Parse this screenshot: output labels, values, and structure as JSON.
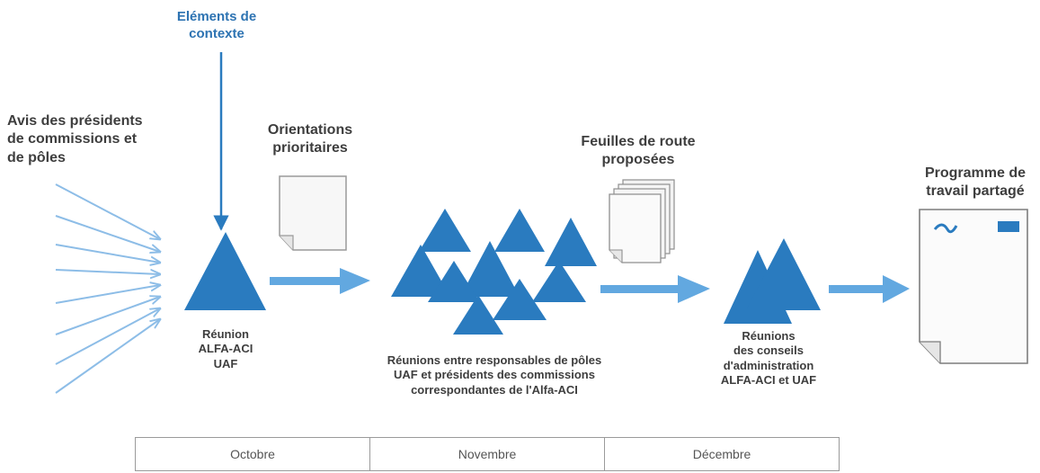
{
  "labels": {
    "context": "Eléments de\ncontexte",
    "avis": "Avis des présidents\nde commissions et\nde pôles",
    "orientations": "Orientations\nprioritaires",
    "feuilles": "Feuilles de route\nproposées",
    "programme": "Programme de\ntravail partagé",
    "reunion1": "Réunion\nALFA-ACI\nUAF",
    "reunion2": "Réunions entre responsables de pôles\nUAF et présidents des commissions\ncorrespondantes de l'Alfa-ACI",
    "reunion3": "Réunions\ndes conseils\nd'administration\nALFA-ACI et UAF"
  },
  "timeline": {
    "months": [
      "Octobre",
      "Novembre",
      "Décembre"
    ]
  },
  "colors": {
    "triangle": "#2a7bbf",
    "arrow": "#62a8e0",
    "inputArrow": "#8dbde7",
    "text": "#3e3e3e",
    "blueText": "#2d73b2"
  }
}
